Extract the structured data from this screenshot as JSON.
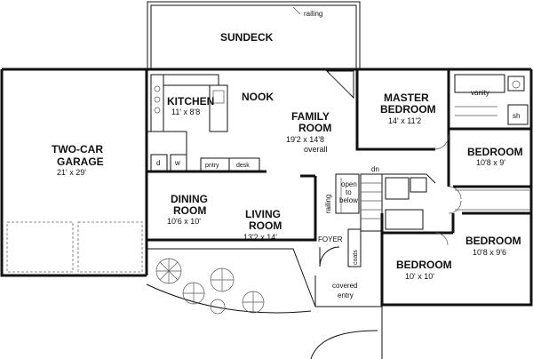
{
  "rooms": {
    "sundeck": "SUNDECK",
    "railing_top": "railing",
    "garage_line1": "TWO-CAR",
    "garage_line2": "GARAGE",
    "garage_dim": "21' x 29'",
    "kitchen": "KITCHEN",
    "kitchen_dim": "11' x 8'8",
    "nook": "NOOK",
    "family_line1": "FAMILY",
    "family_line2": "ROOM",
    "family_dim": "19'2 x 14'8",
    "family_note": "overall",
    "master_line1": "MASTER",
    "master_line2": "BEDROOM",
    "master_dim": "14' x 11'2",
    "vanity": "vanity",
    "sh": "sh",
    "bed1": "BEDROOM",
    "bed1_dim": "10'8 x 9'",
    "pntry": "pntry",
    "desk": "desk",
    "d": "d",
    "w": "w",
    "dn": "dn",
    "open_line1": "open",
    "open_line2": "to",
    "open_line3": "below",
    "railing_side": "railing",
    "dining_line1": "DINING",
    "dining_line2": "ROOM",
    "dining_dim": "10'6 x 10'",
    "living_line1": "LIVING",
    "living_line2": "ROOM",
    "living_dim": "13'2 x 14'",
    "foyer": "FOYER",
    "coats": "coats",
    "bed2": "BEDROOM",
    "bed2_dim": "10' x 10'",
    "bed3": "BEDROOM",
    "bed3_dim": "10'8 x 9'6",
    "covered_line1": "covered",
    "covered_line2": "entry"
  }
}
